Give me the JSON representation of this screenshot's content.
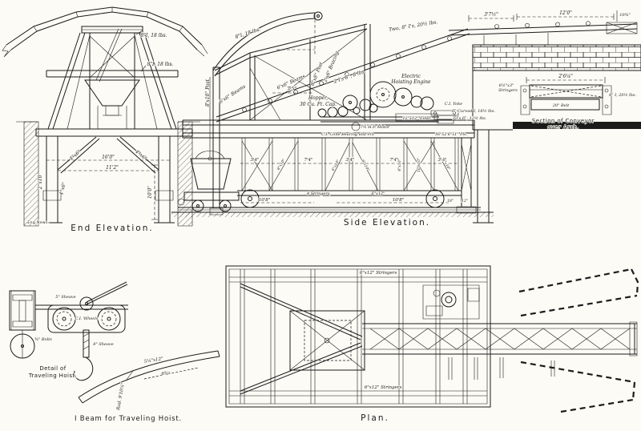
{
  "colors": {
    "paper": "#fcfbf6",
    "ink": "#1b1b1b"
  },
  "end_elevation": {
    "caption": "End Elevation.",
    "credit": "Eng.News.",
    "labels": {
      "beam_top": "8\"I, 18 lbs.",
      "beam_mid": "8\"I, 18 lbs.",
      "brace_left": "4\"x6\"",
      "brace_right": "4\"x6\"",
      "leg_outer": "2\"x10\"",
      "leg_inner": "4\"x6\"",
      "dim_span": "16'0\"",
      "dim_inner": "11'2\"",
      "dim_height": "10'0\""
    }
  },
  "side_elevation": {
    "caption": "Side Elevation.",
    "labels": {
      "post_main": "8'x10\" Post",
      "boom": "8\"I, 18 lbs.",
      "beams_a": "6'x6\" Beams",
      "beams_b": "6'x6\" Beams",
      "post_b": "8\"x8\" Post",
      "bracing": "2'x6\" Bracing",
      "dim_7_5": "7'5\"",
      "hopper_1": "Hopper,",
      "hopper_2": "30 Cu. Ft. Cap.",
      "incline": "2 I's 8\", 8 lbs.",
      "engine_1": "Electric",
      "engine_2": "Hoisting Engine",
      "conveyor": "Two, 8\" I's, 20½ lbs.",
      "dim_conv_a": "3'7½\"",
      "dim_conv_b": "12'0\"",
      "dim_conv_c": "10¾\"",
      "filler": "12\"x12\" Filler",
      "motor": "7½ H.P. Motor",
      "bearing": "C.I. Cone Bearing and Pin",
      "plates": "16\"x2'6\"x1\" Pls.",
      "yoke": "C.I. Yoke",
      "curved_i": "6\" Curved I, 18½ lbs.",
      "three_i": "3 I's 6\", 12½ lbs.",
      "dim_b1": "3'4\"",
      "dim_b2": "7'4\"",
      "dim_b3": "3'4\"",
      "dim_b4": "7'4\"",
      "dim_b5": "3'4\"",
      "dim_108_l": "10'8\"",
      "dim_108_r": "10'8\"",
      "stringers": "4 Stringers,",
      "beam_6x12": "6\"x12\"",
      "diag_6x10": "6\"x10\"",
      "vert_10x10": "10\"x10\"",
      "wheel_18": "18\"",
      "end_12": "12\""
    },
    "section": {
      "dim_width": "2'6¼\"",
      "belt": "20\" Belt",
      "ibeam": "8\" I, 20½ lbs.",
      "stringer_1": "6½\"x3\"",
      "stringer_2": "Stringers",
      "caption_1": "Section of Conveyor",
      "caption_2": "over Arch."
    }
  },
  "hoist_detail": {
    "caption_1": "Detail of",
    "caption_2": "Traveling Hoist.",
    "labels": {
      "sheave_5": "5\" Sheave",
      "wheels": "C.I. Wheels",
      "bolts": "¾\" Bolts",
      "sheave_8": "8\" Sheave"
    },
    "ibeam": {
      "caption": "I Beam for Traveling Hoist.",
      "size": "5¼\"x12\"",
      "dim": "6¾\"",
      "radius": "Rad. 9'10¼\""
    }
  },
  "plan": {
    "caption": "Plan.",
    "stringers_top": "6\"x12\" Stringers",
    "stringers_bottom": "6\"x12\" Stringers"
  }
}
